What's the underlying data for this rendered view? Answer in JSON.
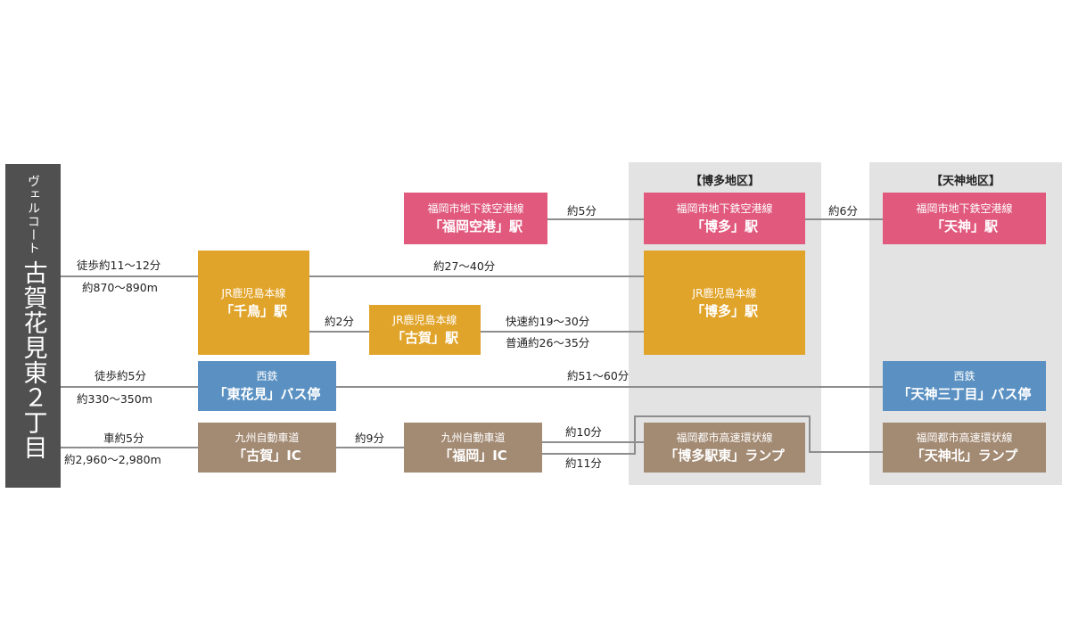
{
  "origin": {
    "small": "ヴェルコート",
    "big": "古賀花見東２丁目"
  },
  "regions": {
    "hakata": "【博多地区】",
    "tenjin": "【天神地区】"
  },
  "stations": {
    "fukuoka_airport": {
      "line": "福岡市地下鉄空港線",
      "name": "「福岡空港」駅"
    },
    "hakata_subway": {
      "line": "福岡市地下鉄空港線",
      "name": "「博多」駅"
    },
    "tenjin_subway": {
      "line": "福岡市地下鉄空港線",
      "name": "「天神」駅"
    },
    "chihaya": {
      "line": "JR鹿児島本線",
      "name": "「千鳥」駅"
    },
    "koga": {
      "line": "JR鹿児島本線",
      "name": "「古賀」駅"
    },
    "hakata_jr": {
      "line": "JR鹿児島本線",
      "name": "「博多」駅"
    },
    "higashi_hanami": {
      "line": "西鉄",
      "name": "「東花見」バス停"
    },
    "tenjin_bus": {
      "line": "西鉄",
      "name": "「天神三丁目」バス停"
    },
    "koga_ic": {
      "line": "九州自動車道",
      "name": "「古賀」IC"
    },
    "fukuoka_ic": {
      "line": "九州自動車道",
      "name": "「福岡」IC"
    },
    "hakata_east_ramp": {
      "line": "福岡都市高速環状線",
      "name": "「博多駅東」ランプ"
    },
    "tenjin_north_ramp": {
      "line": "福岡都市高速環状線",
      "name": "「天神北」ランプ"
    }
  },
  "labels": {
    "walk_chihaya_time": "徒歩約11～12分",
    "walk_chihaya_dist": "約870～890m",
    "airport_to_hakata": "約5分",
    "hakata_to_tenjin": "約6分",
    "chihaya_to_hakata": "約27～40分",
    "chihaya_to_koga": "約2分",
    "koga_rapid": "快速約19～30分",
    "koga_local": "普通約26～35分",
    "walk_bus_time": "徒歩約5分",
    "walk_bus_dist": "約330～350m",
    "bus_to_tenjin": "約51～60分",
    "car_time": "車約5分",
    "car_dist": "約2,960～2,980m",
    "koga_ic_to_fukuoka_ic": "約9分",
    "to_hakata_ramp": "約10分",
    "to_tenjin_ramp": "約11分"
  },
  "colors": {
    "subway": "#e15a7e",
    "jr": "#e1a42a",
    "bus": "#5b91c2",
    "expressway": "#a38a73",
    "origin": "#505050",
    "region": "#e3e3e3"
  }
}
